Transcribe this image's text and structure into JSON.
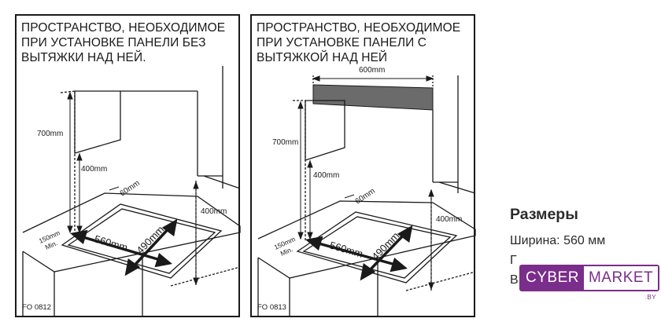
{
  "left_panel": {
    "title": "ПРОСТРАНСТВО, НЕОБХОДИМОЕ\nПРИ УСТАНОВКЕ ПАНЕЛИ БЕЗ\nВЫТЯЖКИ НАД НЕЙ.",
    "dims": {
      "height_700": "700mm",
      "height_400": "400mm",
      "side_400": "400mm",
      "gap_60": "60mm",
      "min_150": "150mm",
      "min_label": "Min.",
      "width_560": "560mm",
      "depth_490": "490mm"
    },
    "code": "FO 0812"
  },
  "right_panel": {
    "title": "ПРОСТРАНСТВО, НЕОБХОДИМОЕ\nПРИ УСТАНОВКЕ ПАНЕЛИ С\nВЫТЯЖКОЙ НАД НЕЙ",
    "dims": {
      "hood_600": "600mm",
      "height_700": "700mm",
      "height_400": "400mm",
      "side_400": "400mm",
      "gap_60": "60mm",
      "min_150": "150mm",
      "min_label": "Min.",
      "width_560": "560mm",
      "depth_490": "490mm"
    },
    "code": "FO 0813"
  },
  "specs": {
    "title": "Размеры",
    "width": "Ширина: 560 мм",
    "line2": "Г",
    "line3": "В"
  },
  "badge": {
    "cyber": "CYBER",
    "market": "MARKET",
    "tld": ".BY"
  },
  "colors": {
    "line": "#1a1a1a",
    "hood": "#6b6b6b",
    "brand": "#7a2d8a"
  }
}
